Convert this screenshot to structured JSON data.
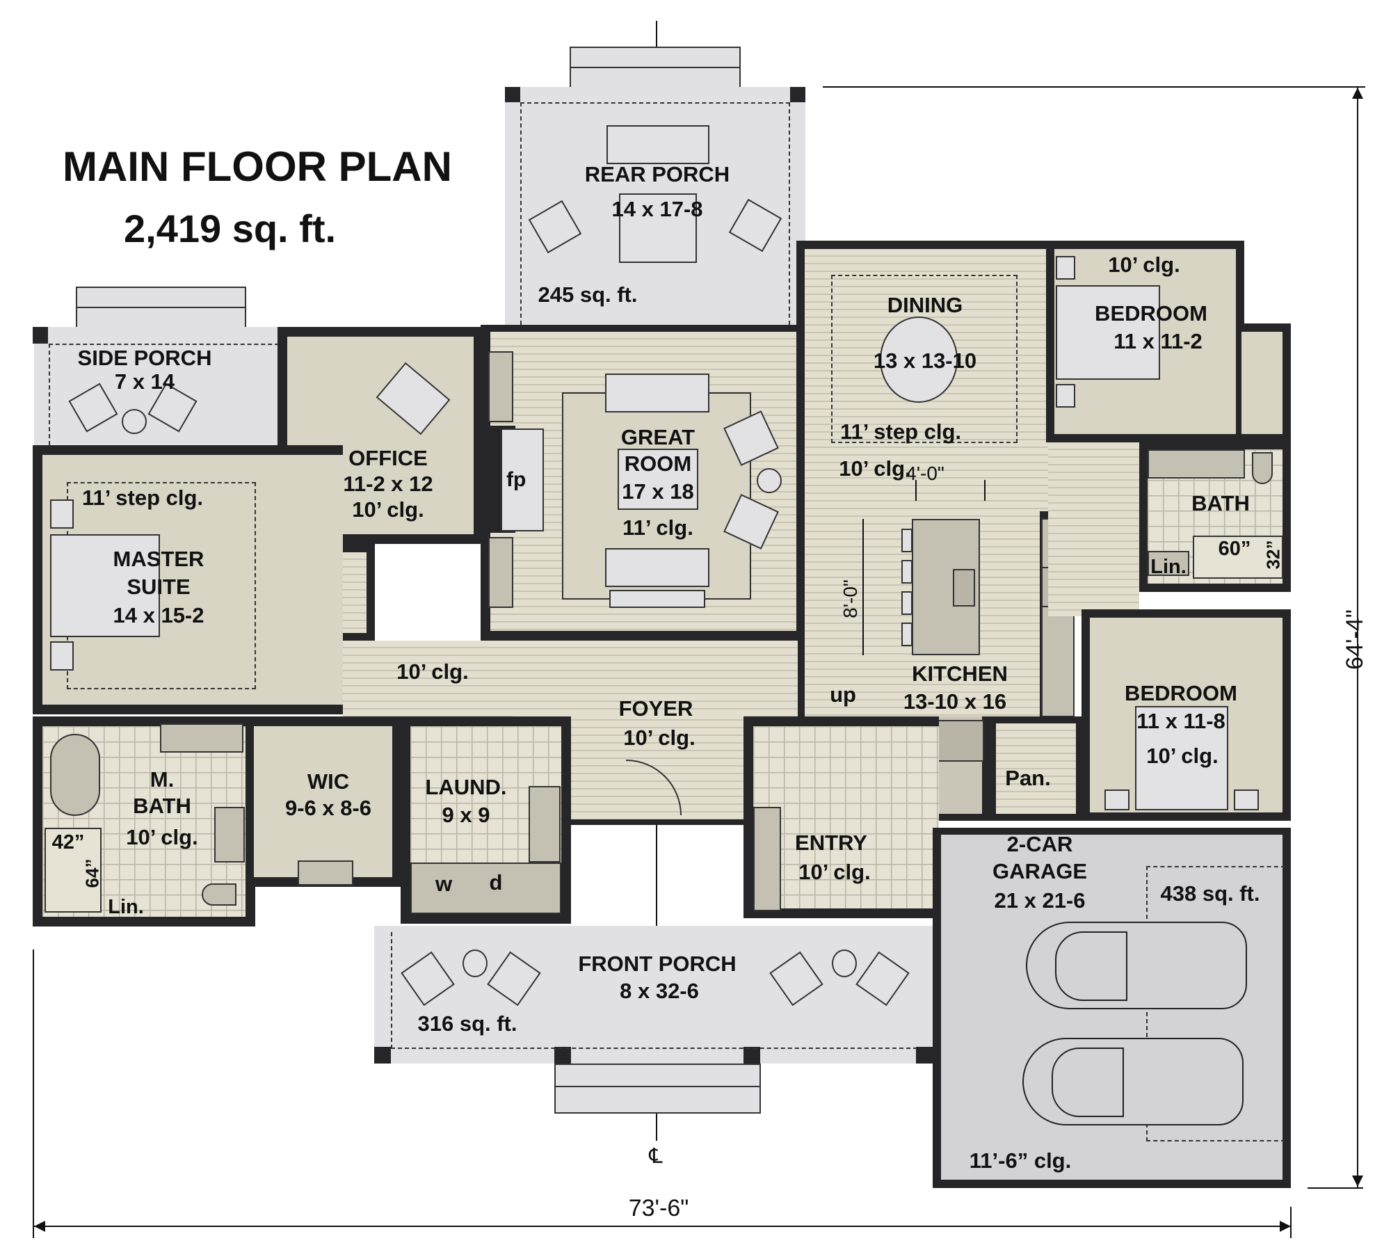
{
  "header": {
    "title": "MAIN FLOOR PLAN",
    "area": "2,419 sq. ft."
  },
  "rooms": {
    "rear_porch": {
      "name": "REAR PORCH",
      "size": "14 x 17-8",
      "area": "245 sq. ft."
    },
    "side_porch": {
      "name": "SIDE PORCH",
      "size": "7 x 14"
    },
    "office": {
      "name": "OFFICE",
      "size": "11-2 x 12",
      "ceiling": "10’ clg."
    },
    "great_room": {
      "name_line1": "GREAT",
      "name_line2": "ROOM",
      "size": "17 x 18",
      "ceiling": "11’ clg.",
      "fireplace": "fp"
    },
    "dining": {
      "name": "DINING",
      "size": "13 x 13-10",
      "ceiling": "11’ step clg.",
      "ceiling_outer": "10’ clg."
    },
    "bedroom_1": {
      "name": "BEDROOM",
      "size": "11 x 11-2",
      "ceiling": "10’ clg."
    },
    "bath": {
      "name": "BATH",
      "linen": "Lin.",
      "shower_w": "60”",
      "shower_d": "32”"
    },
    "master_suite": {
      "name_line1": "MASTER",
      "name_line2": "SUITE",
      "size": "14 x 15-2",
      "ceiling": "11’ step clg."
    },
    "hall": {
      "ceiling": "10’ clg."
    },
    "kitchen": {
      "name": "KITCHEN",
      "size": "13-10 x 16",
      "island_clearance": "4'-0\"",
      "island_length": "8'-0\"",
      "stair_label": "up",
      "pantry": "Pan."
    },
    "foyer": {
      "name": "FOYER",
      "ceiling": "10’ clg."
    },
    "bedroom_2": {
      "name": "BEDROOM",
      "size": "11 x 11-8",
      "ceiling": "10’ clg."
    },
    "master_bath": {
      "name_line1": "M.",
      "name_line2": "BATH",
      "ceiling": "10’ clg.",
      "shower_w": "42”",
      "shower_d": "64”",
      "linen": "Lin."
    },
    "wic": {
      "name": "WIC",
      "size": "9-6 x 8-6"
    },
    "laundry": {
      "name": "LAUND.",
      "size": "9 x 9",
      "washer": "w",
      "dryer": "d"
    },
    "entry": {
      "name": "ENTRY",
      "ceiling": "10’ clg."
    },
    "garage": {
      "name_line1": "2-CAR",
      "name_line2": "GARAGE",
      "size": "21 x 21-6",
      "area": "438 sq. ft.",
      "ceiling": "11’-6” clg."
    },
    "front_porch": {
      "name": "FRONT PORCH",
      "size": "8 x 32-6",
      "area": "316 sq. ft."
    }
  },
  "dimensions": {
    "overall_width": "73'-6\"",
    "overall_depth": "64'-4\"",
    "centerline_symbol": "℄"
  },
  "colors": {
    "wall": "#262629",
    "porch": "#e1e1e3",
    "garage": "#d3d3d5",
    "floor_plain": "#d8d5c5",
    "floor_wood": "#e3dfcf"
  }
}
